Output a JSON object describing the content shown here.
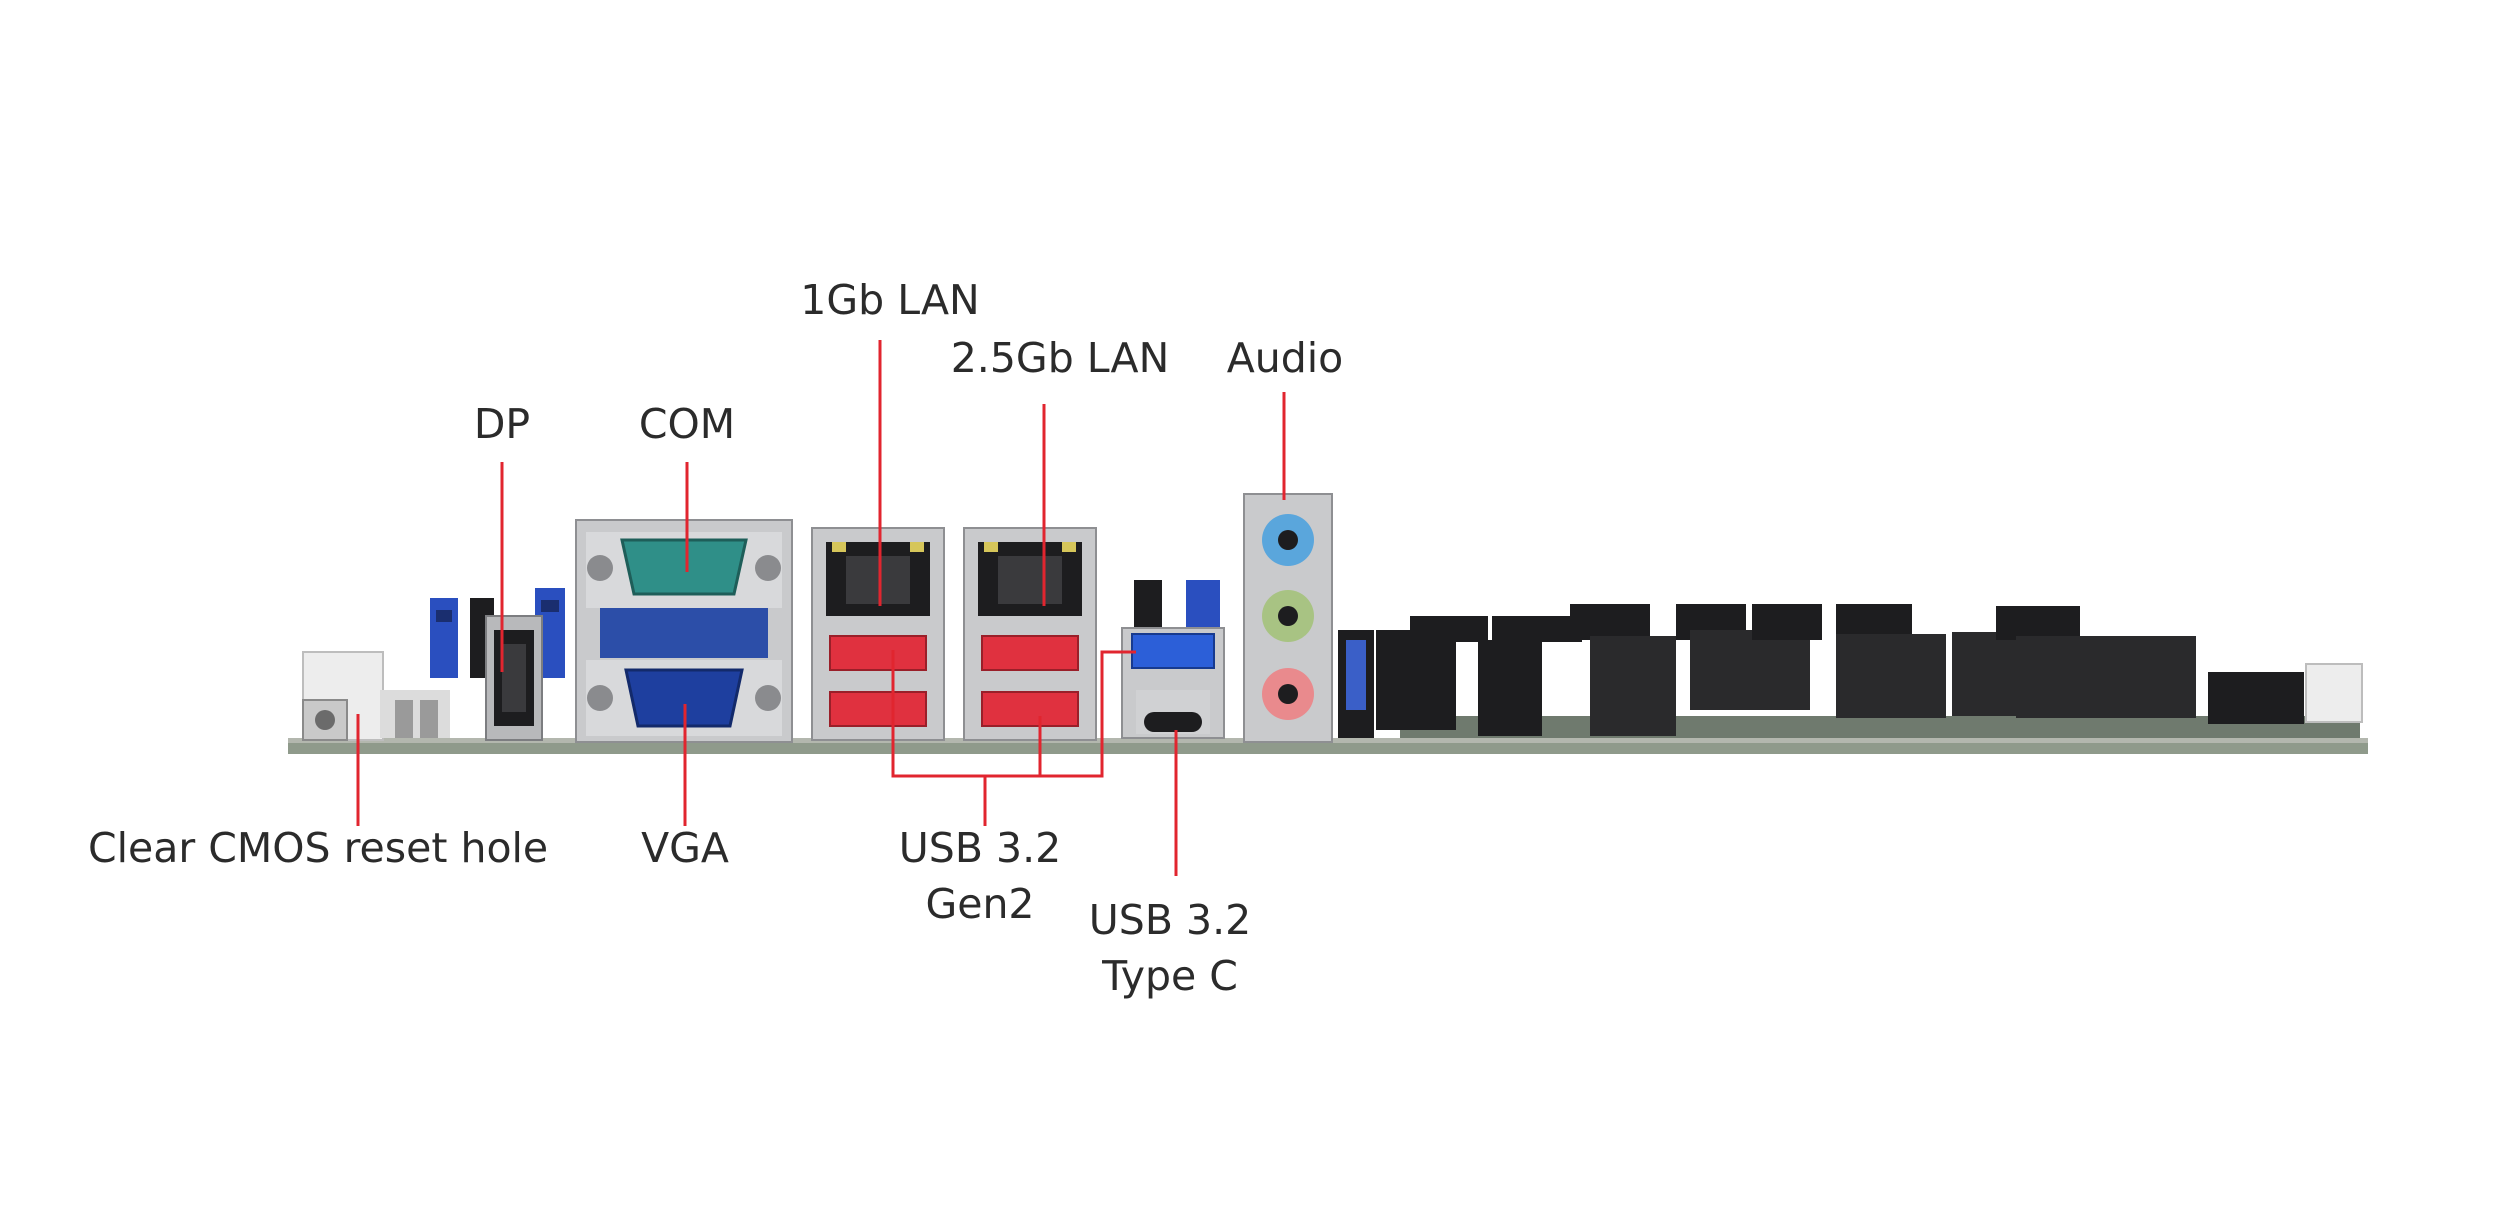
{
  "colors": {
    "background": "#ffffff",
    "callout_line": "#e1252f",
    "label_text": "#2b2b2b",
    "pcb": "#7f8a7c",
    "metal": "#c9cacc",
    "usb_gen2": "#e0313f",
    "usb_blue": "#2c5fd8",
    "com_teal": "#2f8f88",
    "vga_blue": "#1e3f9f",
    "audio_blue": "#5aa6dc",
    "audio_green": "#a8c383",
    "audio_pink": "#e98a8d",
    "connector_black": "#1d1d1f",
    "jumper_blue": "#2a4fbf"
  },
  "labels": {
    "clear_cmos": "Clear CMOS reset hole",
    "dp": "DP",
    "com": "COM",
    "vga": "VGA",
    "lan_1gb": "1Gb LAN",
    "lan_2_5gb": "2.5Gb LAN",
    "usb_gen2_line1": "USB 3.2",
    "usb_gen2_line2": "Gen2",
    "usb_typec_line1": "USB 3.2",
    "usb_typec_line2": "Type C",
    "audio": "Audio"
  }
}
